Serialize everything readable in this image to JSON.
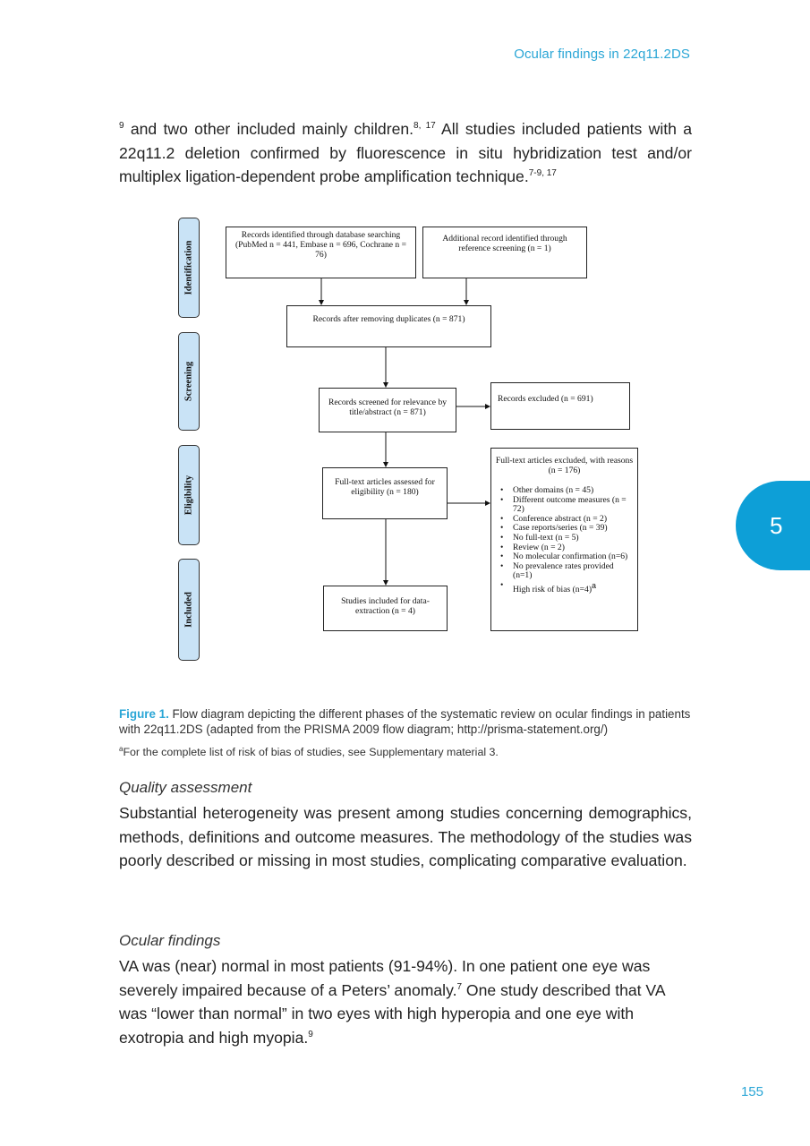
{
  "header": {
    "running_title": "Ocular findings in 22q11.2DS"
  },
  "intro": {
    "s1": "and two other included mainly children.",
    "s1_ref": "8, 17",
    "s1_lead_ref": "9",
    "s2": " All studies included patients with a 22q11.2 deletion confirmed by fluorescence in situ hybridization test and/or multiplex ligation-dependent probe amplification technique.",
    "s2_ref": "7-9, 17"
  },
  "flowchart": {
    "phases": [
      "Identification",
      "Screening",
      "Eligibility",
      "Included"
    ],
    "boxes": {
      "database": "Records identified through database searching (PubMed n = 441, Embase n = 696, Cochrane n = 76)",
      "additional": "Additional record identified through reference screening (n = 1)",
      "after_duplicates": "Records after removing duplicates (n = 871)",
      "screened": "Records screened for relevance by title/abstract (n = 871)",
      "excluded": "Records excluded (n = 691)",
      "fulltext": "Full-text articles assessed for eligibility (n = 180)",
      "included": "Studies included for data-extraction (n = 4)",
      "fulltext_excluded_title": "Full-text articles excluded, with reasons (n = 176)",
      "fulltext_excluded_reasons": [
        "Other domains (n = 45)",
        "Different outcome measures (n = 72)",
        "Conference abstract (n = 2)",
        "Case reports/series (n = 39)",
        "No full-text (n = 5)",
        "Review (n = 2)",
        "No molecular confirmation (n=6)",
        "No prevalence rates provided (n=1)",
        "High risk of bias (n=4)"
      ],
      "last_reason_marker": "a"
    }
  },
  "caption": {
    "label": "Figure 1.",
    "text": " Flow diagram depicting the different phases of the systematic review on ocular findings in patients with 22q11.2DS (adapted from the PRISMA 2009 flow diagram; http://prisma-statement.org/)"
  },
  "footnote": {
    "marker": "a",
    "text": "For the complete list of risk of bias of studies, see Supplementary material 3."
  },
  "quality": {
    "heading": "Quality assessment",
    "text": "Substantial heterogeneity was present among studies concerning demographics, methods, definitions and outcome measures. The methodology of the studies was poorly described or missing in most studies, complicating comparative evaluation."
  },
  "ocular": {
    "heading": "Ocular findings",
    "t1": "VA was (near) normal in most patients (91-94%). In one patient one eye was severely impaired because of a Peters’ anomaly.",
    "r1": "7",
    "t2": " One study described that VA was “lower than normal” in two eyes with high hyperopia and one eye with exotropia and high myopia.",
    "r2": "9"
  },
  "chapter_tab": "5",
  "page_number": "155"
}
